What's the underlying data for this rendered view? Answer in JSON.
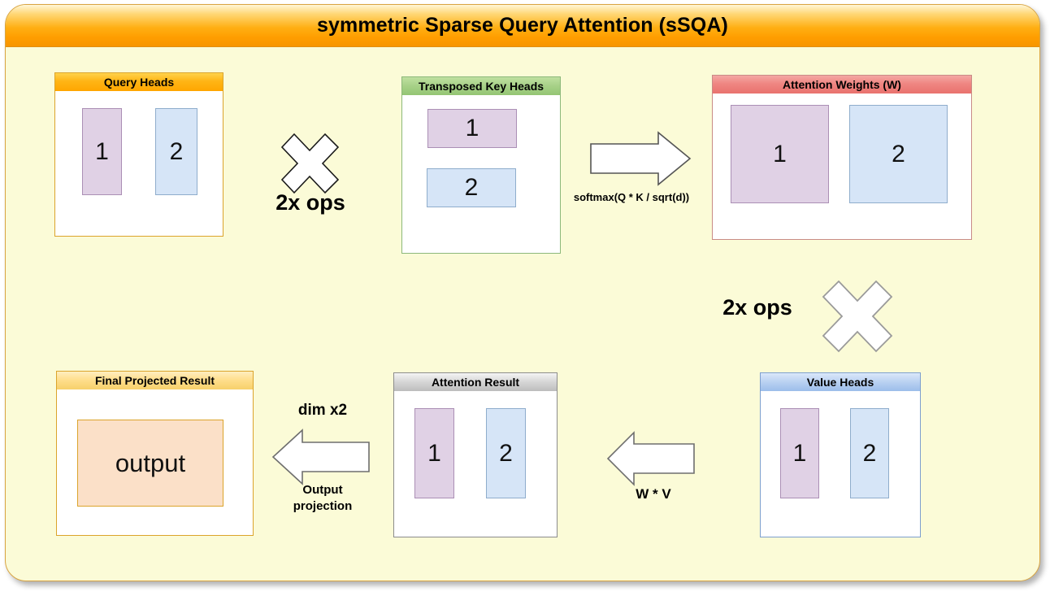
{
  "title": "symmetric Sparse Query Attention (sSQA)",
  "panels": {
    "query_heads": {
      "label": "Query Heads",
      "cells": [
        {
          "label": "1",
          "color": "#e0d1e5"
        },
        {
          "label": "2",
          "color": "#d6e5f7"
        }
      ]
    },
    "transposed_key_heads": {
      "label": "Transposed Key Heads",
      "cells": [
        {
          "label": "1",
          "color": "#e0d1e5"
        },
        {
          "label": "2",
          "color": "#d6e5f7"
        }
      ]
    },
    "attention_weights": {
      "label": "Attention Weights (W)",
      "cells": [
        {
          "label": "1",
          "color": "#e0d1e5"
        },
        {
          "label": "2",
          "color": "#d6e5f7"
        }
      ]
    },
    "final_projected_result": {
      "label": "Final Projected Result",
      "cells": [
        {
          "label": "output",
          "color": "#fbe0c8"
        }
      ]
    },
    "attention_result": {
      "label": "Attention Result",
      "cells": [
        {
          "label": "1",
          "color": "#e0d1e5"
        },
        {
          "label": "2",
          "color": "#d6e5f7"
        }
      ]
    },
    "value_heads": {
      "label": "Value Heads",
      "cells": [
        {
          "label": "1",
          "color": "#e0d1e5"
        },
        {
          "label": "2",
          "color": "#d6e5f7"
        }
      ]
    }
  },
  "annotations": {
    "ops_top": "2x ops",
    "ops_bottom": "2x ops",
    "softmax_formula": "softmax(Q * K / sqrt(d))",
    "dim_x2": "dim x2",
    "output_projection_line1": "Output",
    "output_projection_line2": "projection",
    "w_times_v": "W * V"
  },
  "colors": {
    "canvas": "#fbfbd7",
    "title_bar_accent": "#ffa600",
    "query_header": "#ffb515",
    "key_header": "#a7d188",
    "weights_header": "#ef8682",
    "result_header": "#d8d8d8",
    "value_header": "#bcd3f2",
    "final_header": "#ffdf8e",
    "cell_purple": "#e0d1e5",
    "cell_blue": "#d6e5f7",
    "cell_peach": "#fbe0c8",
    "arrow_fill": "#ffffff",
    "arrow_stroke": "#6e6e6e"
  }
}
